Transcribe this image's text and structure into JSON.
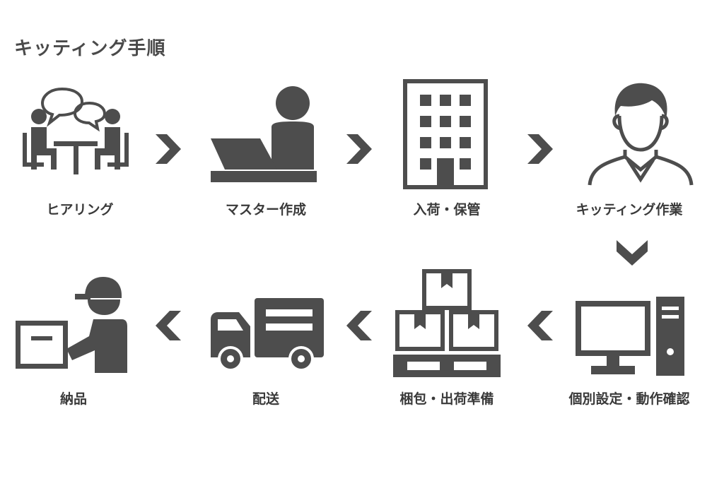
{
  "title": "キッティング手順",
  "colors": {
    "icon": "#4d4d4d",
    "text": "#3a3a3a"
  },
  "steps": [
    {
      "label": "ヒアリング",
      "icon": "meeting-icon"
    },
    {
      "label": "マスター作成",
      "icon": "laptop-worker-icon"
    },
    {
      "label": "入荷・保管",
      "icon": "building-icon"
    },
    {
      "label": "キッティング作業",
      "icon": "worker-person-icon"
    },
    {
      "label": "個別設定・動作確認",
      "icon": "desktop-pc-icon"
    },
    {
      "label": "梱包・出荷準備",
      "icon": "boxes-pallet-icon"
    },
    {
      "label": "配送",
      "icon": "truck-icon"
    },
    {
      "label": "納品",
      "icon": "delivery-person-icon"
    }
  ]
}
